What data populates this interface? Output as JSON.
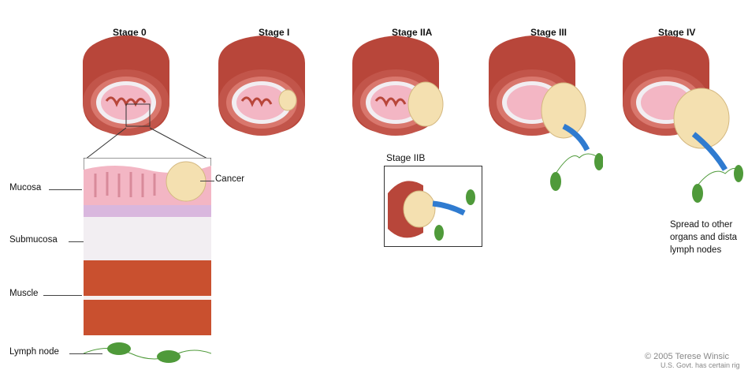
{
  "stages": [
    {
      "label": "Stage 0"
    },
    {
      "label": "Stage I"
    },
    {
      "label": "Stage IIA"
    },
    {
      "label": "Stage III"
    },
    {
      "label": "Stage IV"
    }
  ],
  "inset_stage_label": "Stage IIB",
  "layers": {
    "mucosa": "Mucosa",
    "submucosa": "Submucosa",
    "muscle": "Muscle",
    "lymph_node": "Lymph node",
    "cancer": "Cancer"
  },
  "spread_note": "Spread to other\norgans and dista\nlymph nodes",
  "copyright": "© 2005 Terese Winsic",
  "copyright_line2": "U.S. Govt. has certain rig",
  "colors": {
    "muscle": "#b8463a",
    "muscle_dark": "#8e2e26",
    "mucosa": "#f3b6c4",
    "submucosa": "#f2eef2",
    "cancer": "#f4e0b0",
    "lymph": "#4f9a3a",
    "arrow": "#2f7bd0"
  }
}
